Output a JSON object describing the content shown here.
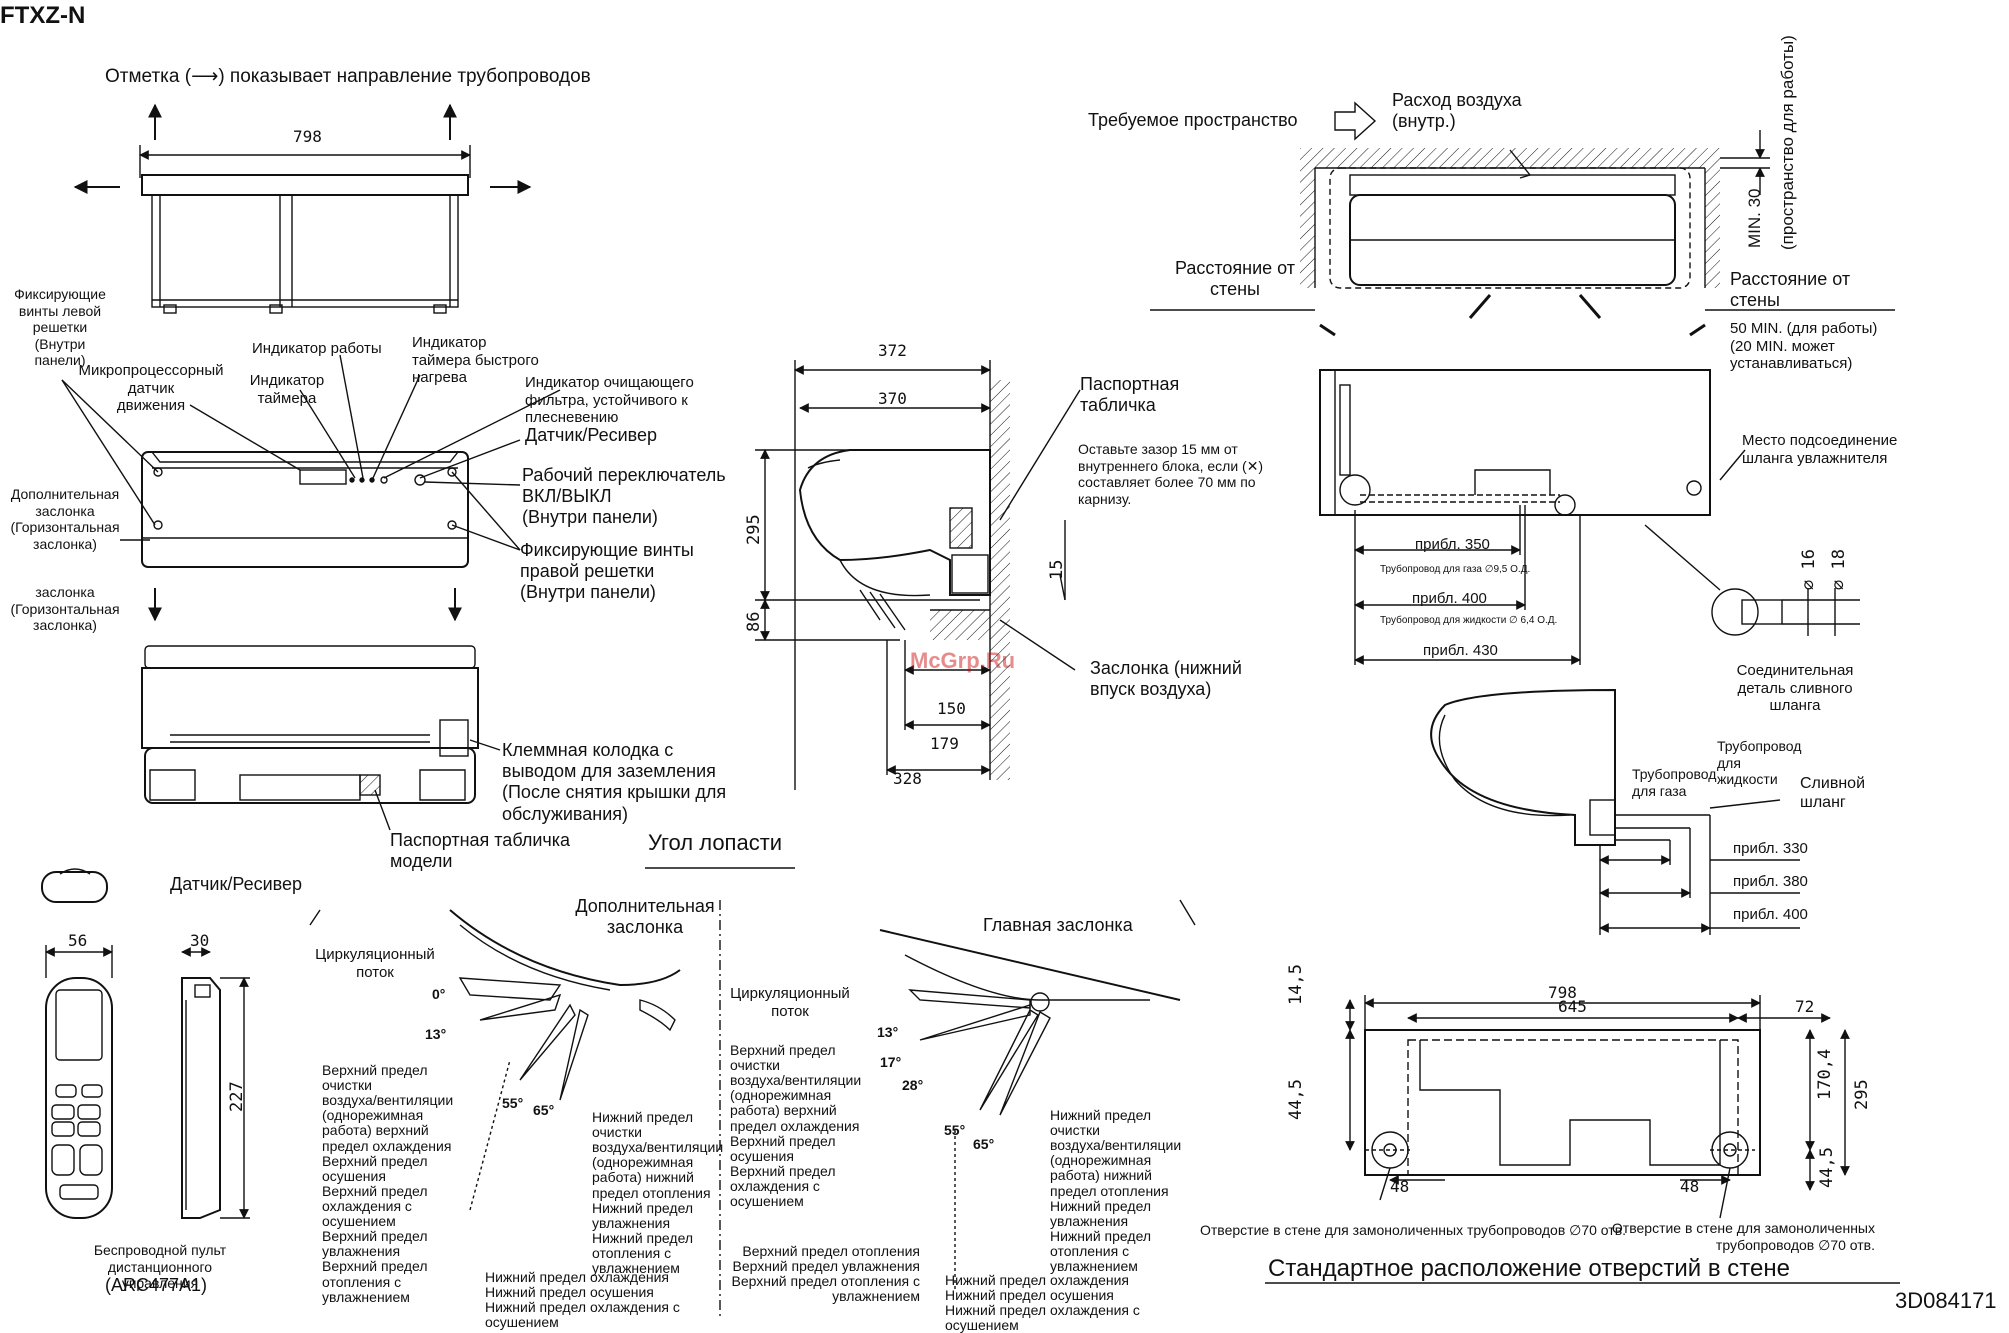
{
  "model": "FTXZ-N",
  "doc_code": "3D084171",
  "watermark": "McGrp.Ru",
  "front": {
    "pipe_note": "Отметка (⟶) показывает направление трубопроводов",
    "dim_798": "798",
    "fix_left": "Фиксирующие\nвинты левой\nрешетки\n(Внутри\nпанели)",
    "sensor_motion": "Микропроцессорный\nдатчик\nдвижения",
    "ind_timer": "Индикатор\nтаймера",
    "ind_work": "Индикатор работы",
    "ind_boost": "Индикатор\nтаймера быстрого\nнагрева",
    "ind_filter": "Индикатор очищающего\nфильтра, устойчивого к\nплесневению",
    "sensor_receiver": "Датчик/Ресивер",
    "switch": "Рабочий переключатель\nВКЛ/ВЫКЛ\n(Внутри панели)",
    "fix_right": "Фиксирующие винты\nправой решетки\n(Внутри панели)",
    "extra_flap": "Дополнительная\nзаслонка\n(Горизонтальная\nзаслонка)",
    "flap": "заслонка\n(Горизонтальная\nзаслонка)"
  },
  "bottom_view": {
    "terminal": "Клеммная колодка с\nвыводом для заземления\n(После снятия крышки для\nобслуживания)",
    "nameplate": "Паспортная табличка\nмодели"
  },
  "side": {
    "dims": [
      "372",
      "370",
      "295",
      "86",
      "15",
      "150",
      "179",
      "328"
    ],
    "nameplate": "Паспортная\nтабличка",
    "gap_note": "Оставьте зазор 15 мм от\nвнутреннего блока, если (✕)\nсоставляет более 70 мм по\nкарнизу.",
    "bottom_flap": "Заслонка (нижний\nвпуск воздуха)"
  },
  "space": {
    "required": "Требуемое пространство",
    "airflow": "Расход воздуха\n(внутр.)",
    "wall_left": "Расстояние от\nстены",
    "wall_right": "Расстояние от\nстены",
    "min30": "MIN. 30",
    "min30_note": "(пространство\nдля работы)",
    "min50": "50 MIN. (для работы)\n(20 MIN. может\nустанавливаться)"
  },
  "rear": {
    "hose_point": "Место подсоединение\nшланга увлажнителя",
    "a350": "прибл. 350",
    "gas_pipe": "Трубопровод для газа ∅9,5 О.Д.",
    "a400": "прибл. 400",
    "liq_pipe": "Трубопровод для жидкости ∅ 6,4 О.Д.",
    "a430": "прибл. 430",
    "d16": "∅ 16",
    "d18": "∅ 18",
    "drain_part": "Соединительная\nдеталь сливного\nшланга"
  },
  "side2": {
    "liquid": "Трубопровод\nдля\nжидкости",
    "gas": "Трубопровод\nдля газа",
    "drain": "Сливной\nшланг",
    "a330": "прибл. 330",
    "a380": "прибл. 380",
    "a400": "прибл. 400"
  },
  "remote": {
    "receiver": "Датчик/Ресивер",
    "d56": "56",
    "d30": "30",
    "d227": "227",
    "caption": "Беспроводной пульт дистанционного\nуправления",
    "model": "(ARC477A1)"
  },
  "blade": {
    "title": "Угол лопасти",
    "extra_flap": "Дополнительная\nзаслонка",
    "main_flap": "Главная заслонка",
    "circ1": "Циркуляционный\nпоток",
    "circ2": "Циркуляционный\nпоток",
    "a0": "0°",
    "a13": "13°",
    "a55": "55°",
    "a65": "65°",
    "b13": "13°",
    "b17": "17°",
    "b28": "28°",
    "b55": "55°",
    "b65": "65°",
    "upper1": "Верхний предел\nочистки\nвоздуха/вентиляции\n(однорежимная\nработа) верхний\nпредел охлаждения\nВерхний предел\nосушения\nВерхний предел\nохлаждения с\nосушением\nВерхний предел\nувлажнения\nВерхний предел\nотопления с\nувлажнением",
    "lower1": "Нижний предел\nочистки\nвоздуха/вентиляции\n(однорежимная\nработа) нижний\nпредел отопления\nНижний предел\nувлажнения\nНижний предел\nотопления с\nувлажнением",
    "bottom1": "Нижний предел охлаждения\nНижний предел осушения\nНижний предел охлаждения с\nосушением",
    "upper2": "Верхний предел\nочистки\nвоздуха/вентиляции\n(однорежимная\nработа) верхний\nпредел охлаждения\nВерхний предел\nосушения\nВерхний предел\nохлаждения с\nосушением",
    "mid2": "Верхний предел отопления\nВерхний предел увлажнения\nВерхний предел отопления с\nувлажнением",
    "lower2": "Нижний предел\nочистки\nвоздуха/вентиляции\n(однорежимная\nработа) нижний\nпредел отопления\nНижний предел\nувлажнения\nНижний предел\nотопления с\nувлажнением",
    "bottom2": "Нижний предел охлаждения\nНижний предел осушения\nНижний предел охлаждения с\nосушением"
  },
  "wall": {
    "d798": "798",
    "d645": "645",
    "d72": "72",
    "d14_5": "14,5",
    "d44_5": "44,5",
    "d170_4": "170,4",
    "d295": "295",
    "d48l": "48",
    "d48r": "48",
    "d44_5b": "44,5",
    "hole_left": "Отверстие в стене для замоноличенных трубопроводов ∅70 отв.",
    "hole_right": "Отверстие в стене для замоноличенных\nтрубопроводов ∅70 отв.",
    "title": "Стандартное расположение отверстий в стене"
  }
}
